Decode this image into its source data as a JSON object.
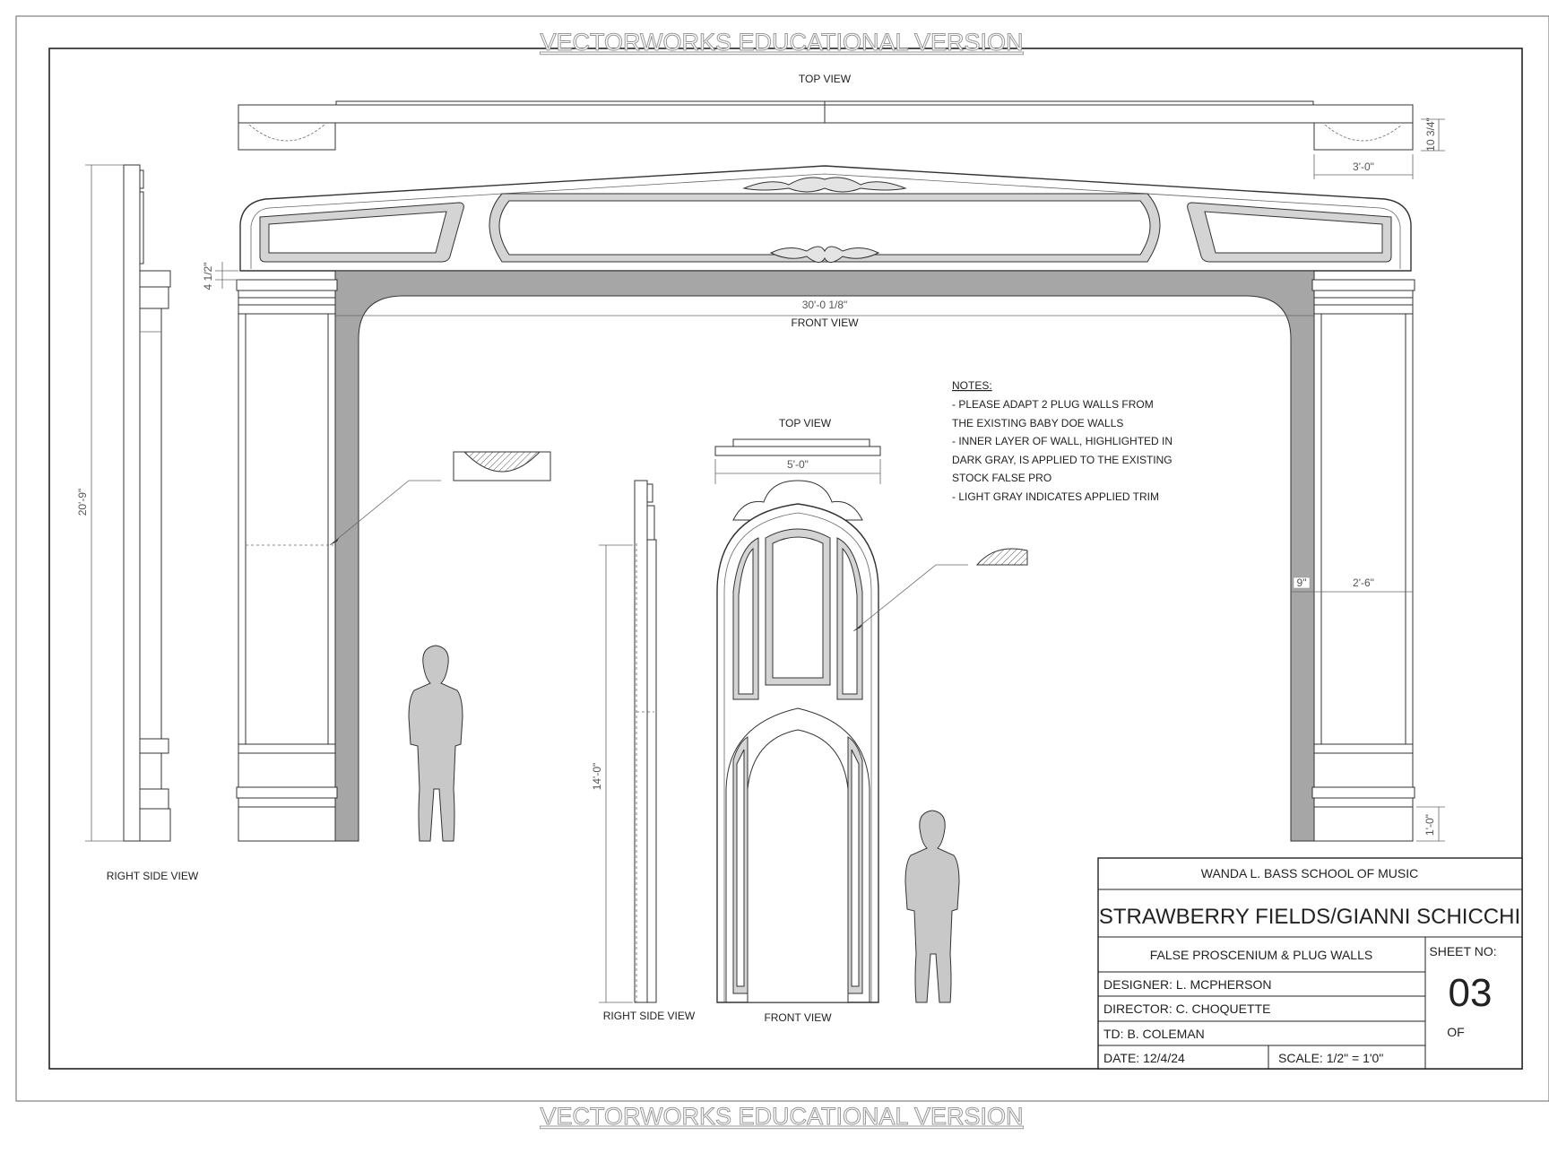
{
  "watermark": "VECTORWORKS EDUCATIONAL VERSION",
  "views": {
    "top_view": "TOP VIEW",
    "front_view": "FRONT VIEW",
    "right_side_view": "RIGHT SIDE VIEW",
    "plug_top_view": "TOP VIEW",
    "plug_front_view": "FRONT VIEW",
    "plug_right_side_view": "RIGHT SIDE VIEW"
  },
  "dimensions": {
    "top_depth": "10 3/4\"",
    "top_width": "3'-0\"",
    "header_height": "4 1/2\"",
    "opening_width": "30'-0 1/8\"",
    "overall_height": "20'-9\"",
    "inner_layer_width": "9\"",
    "column_width": "2'-6\"",
    "base_height": "1'-0\"",
    "plug_width": "5'-0\"",
    "plug_height": "14'-0\""
  },
  "notes": {
    "heading": "NOTES:",
    "lines": [
      "- PLEASE ADAPT 2 PLUG WALLS FROM",
      "THE EXISTING BABY DOE WALLS",
      "- INNER LAYER OF WALL, HIGHLIGHTED IN",
      "DARK GRAY, IS APPLIED TO THE EXISTING",
      "STOCK FALSE PRO",
      "- LIGHT GRAY INDICATES APPLIED TRIM"
    ]
  },
  "title_block": {
    "school": "WANDA L. BASS SCHOOL OF MUSIC",
    "production": "STRAWBERRY FIELDS/GIANNI SCHICCHI",
    "drawing_title": "FALSE PROSCENIUM & PLUG WALLS",
    "designer": "DESIGNER: L. MCPHERSON",
    "director": "DIRECTOR: C. CHOQUETTE",
    "td": "TD:  B. COLEMAN",
    "date": "DATE:  12/4/24",
    "scale": "SCALE:  1/2\" = 1'0\"",
    "sheet_label": "SHEET NO:",
    "sheet_number": "03",
    "of_label": "OF"
  },
  "colors": {
    "dark_gray": "#a6a6a6",
    "light_gray": "#d4d4d4",
    "figure_gray": "#c8c8c8",
    "line": "#333333"
  }
}
